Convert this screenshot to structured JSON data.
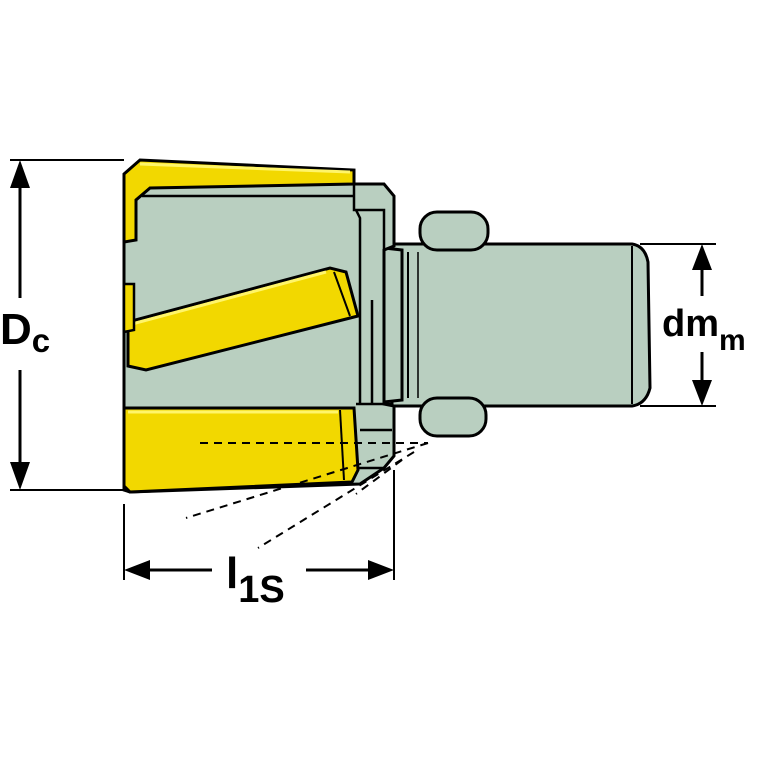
{
  "dimensions": {
    "cutting_diameter": {
      "main": "D",
      "sub": "c"
    },
    "shank_diameter": {
      "main": "dm",
      "sub": "m"
    },
    "length": {
      "main": "l",
      "sub": "1S"
    }
  },
  "colors": {
    "body": "#b9cfc0",
    "insert": "#f2d800",
    "insert_light": "#fff56a",
    "outline": "#000000",
    "background": "#ffffff"
  }
}
